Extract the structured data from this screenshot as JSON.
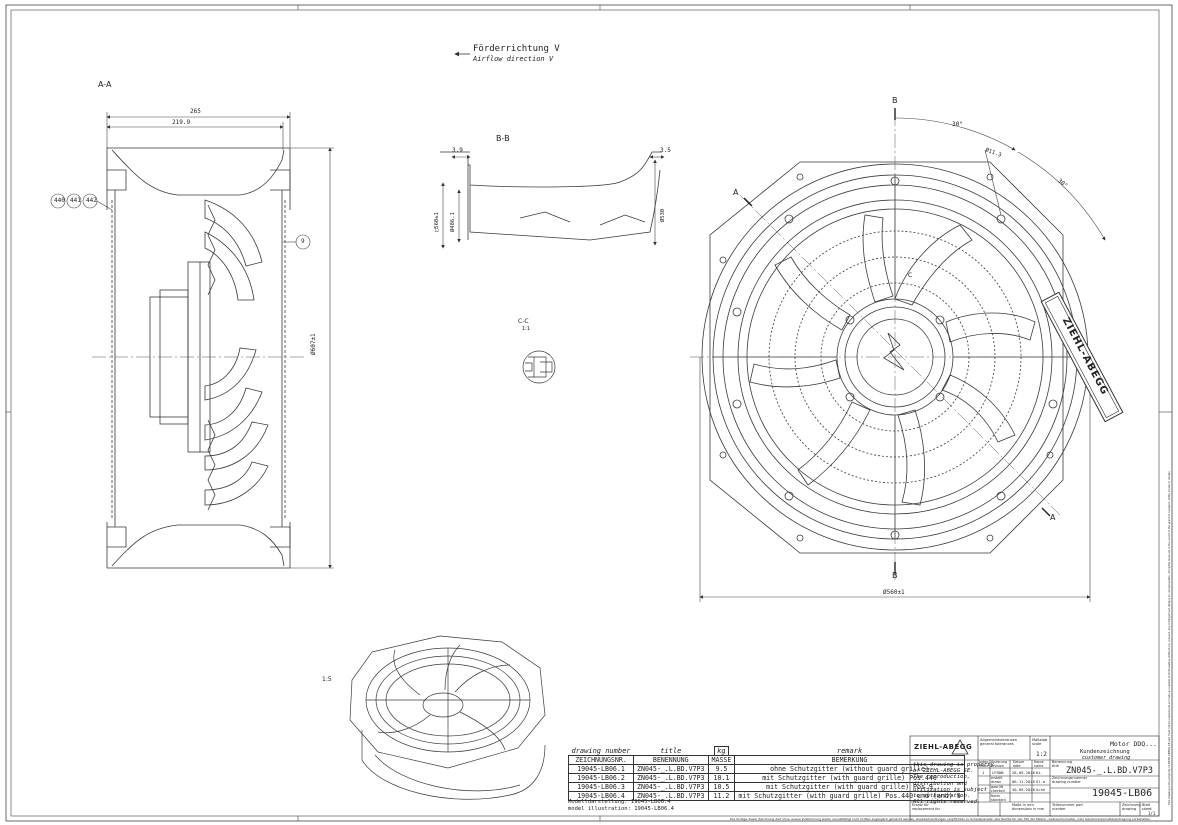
{
  "views": {
    "section_aa": "A-A",
    "section_bb": "B-B",
    "section_cc": "C-C",
    "section_cc_scale": "1:1",
    "iso_scale": "1:5"
  },
  "airflow": {
    "de": "Förderrichtung V",
    "en": "Airflow direction V"
  },
  "dims": {
    "d265": "265",
    "d219": "219.9",
    "d607": "Ø607±1",
    "d39": "3.9",
    "d35": "3.5",
    "d560": "□560±1",
    "d4865": "Ø486.1",
    "d530": "Ø530",
    "d30a": "30°",
    "d30b": "30°",
    "d113": "Ø11.3",
    "d560b": "Ø560±1"
  },
  "callouts": {
    "c440": "440",
    "c441": "441",
    "c442": "442",
    "c9": "9"
  },
  "section_marks": {
    "b_top": "B",
    "b_bottom": "B",
    "a_left": "A",
    "a_right": "A",
    "c": "C"
  },
  "bom": {
    "header": {
      "number": "drawing number",
      "title": "title",
      "mass_unit": "kg",
      "remark": "remark"
    },
    "header_de": {
      "number": "ZEICHNUNGSNR.",
      "title": "BENENNUNG",
      "mass": "MASSE",
      "remark": "BEMERKUNG"
    },
    "rows": [
      {
        "number": "19045-LB06.1",
        "title": "ZN045-_.L.BD.V7P3",
        "mass": "9.5",
        "remark": "ohne Schutzgitter (without guard grille)"
      },
      {
        "number": "19045-LB06.2",
        "title": "ZN045-_.L.BD.V7P3",
        "mass": "10.1",
        "remark": "mit Schutzgitter (with guard grille) Pos.440"
      },
      {
        "number": "19045-LB06.3",
        "title": "ZN045-_.L.BD.V7P3",
        "mass": "10.5",
        "remark": "mit Schutzgitter (with guard grille) Pos.9"
      },
      {
        "number": "19045-LB06.4",
        "title": "ZN045-_.L.BD.V7P3",
        "mass": "11.2",
        "remark": "mit Schutzgitter (with guard grille) Pos.440 und (and) 9"
      }
    ],
    "model_de": "Modelldarstellung: 19045-LB06.4",
    "model_en": "model illustration: 19045-LB06.4"
  },
  "title_block": {
    "brand": "ZIEHL-ABEGG",
    "general_tol_label": "Allgemeintoleranzen general tolerances",
    "scale_label": "Maßstab scale",
    "scale": "1:2",
    "motor": "Motor DDQ...",
    "doc_type_de": "Kundenzeichnung",
    "doc_type_en": "customer drawing",
    "legal": [
      "this drawing is property",
      "of ZIEHL-ABEGG SE.",
      "The reproduction,",
      "distribution and",
      "utilization is subject",
      "to authorization.",
      "All rights reserved."
    ],
    "rev_headers": [
      "Index index",
      "Änderung revision",
      "Datum date",
      "Name name"
    ],
    "rev_row": [
      "1",
      "LFRDN",
      "28.09.2016",
      "Ki."
    ],
    "drawn_label": "erstellt drawn",
    "drawn_date": "06.11.2015",
    "drawn_name": "Gl.a",
    "checked_label": "geprüft checked",
    "checked_date": "30.09.2016",
    "checked_name": "Schü",
    "norm_label": "Norm standard",
    "title_label": "Benennung title",
    "title": "ZN045-_.L.BD.V7P3",
    "number_label": "Zeichnungsnummer drawing number",
    "number": "19045-LB06",
    "replace_label": "Ersatz für replacement for",
    "units_label": "Maße in mm dimensions in mm",
    "customer_label": "Teilenummer part number",
    "format_label": "Zeichnung drawing",
    "sheet_label": "Blatt sheet",
    "sheet": "1/1"
  },
  "footer_note": "Die Vorlage dieser Zeichnung darf ohne unsere Zustimmung weder vervielfältigt noch Dritten zugänglich gemacht werden. Zuwiderhandlungen verpflichten zu Schadenersatz. Alle Rechte für den Fall der Patent-, Gebrauchsmuster- oder Geschmacksmustereintragung vorbehalten.",
  "side_note": "This drawing is the property of ZIEHL-ABEGG SE and must not be reproduced or made accessible to third parties without our consent. Any infringement obliges to compensation. All rights reserved in the event of the grant of a patent, utility model or design."
}
